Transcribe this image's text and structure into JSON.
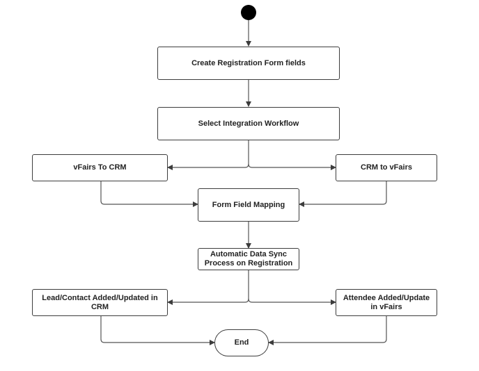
{
  "diagram": {
    "type": "flowchart",
    "nodes": {
      "start": "",
      "create_fields": "Create Registration Form fields",
      "select_workflow": "Select Integration Workflow",
      "vfairs_to_crm": "vFairs To CRM",
      "crm_to_vfairs": "CRM to vFairs",
      "field_mapping": "Form Field Mapping",
      "auto_sync": "Automatic Data Sync Process on Registration",
      "lead_added": "Lead/Contact Added/Updated in CRM",
      "attendee_added": "Attendee Added/Update in vFairs",
      "end": "End"
    },
    "edges": [
      [
        "start",
        "create_fields"
      ],
      [
        "create_fields",
        "select_workflow"
      ],
      [
        "select_workflow",
        "vfairs_to_crm"
      ],
      [
        "select_workflow",
        "crm_to_vfairs"
      ],
      [
        "vfairs_to_crm",
        "field_mapping"
      ],
      [
        "crm_to_vfairs",
        "field_mapping"
      ],
      [
        "field_mapping",
        "auto_sync"
      ],
      [
        "auto_sync",
        "lead_added"
      ],
      [
        "auto_sync",
        "attendee_added"
      ],
      [
        "lead_added",
        "end"
      ],
      [
        "attendee_added",
        "end"
      ]
    ]
  }
}
